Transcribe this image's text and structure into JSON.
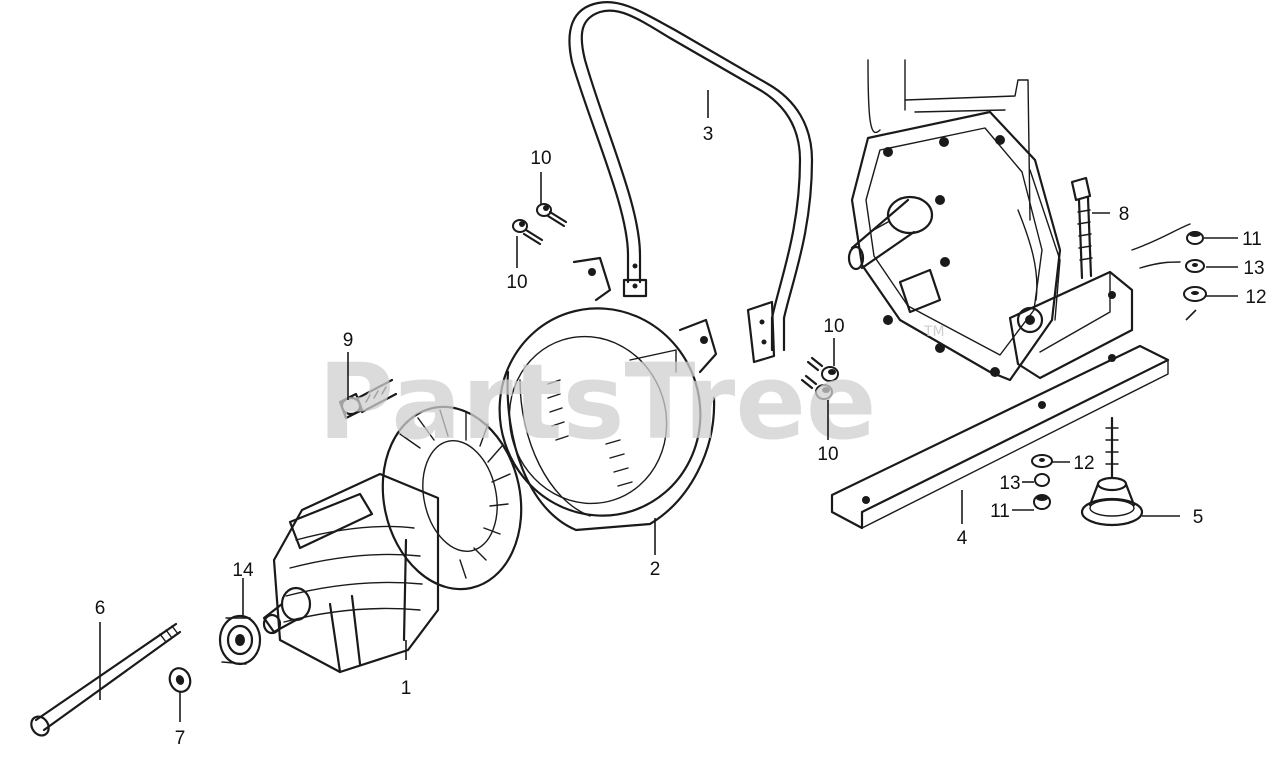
{
  "watermark": {
    "text": "PartsTree",
    "trademark": "TM"
  },
  "callouts": [
    {
      "id": "c1",
      "label": "1"
    },
    {
      "id": "c2",
      "label": "2"
    },
    {
      "id": "c3",
      "label": "3"
    },
    {
      "id": "c4",
      "label": "4"
    },
    {
      "id": "c5",
      "label": "5"
    },
    {
      "id": "c6",
      "label": "6"
    },
    {
      "id": "c7",
      "label": "7"
    },
    {
      "id": "c8",
      "label": "8"
    },
    {
      "id": "c9",
      "label": "9"
    },
    {
      "id": "c10a",
      "label": "10"
    },
    {
      "id": "c10b",
      "label": "10"
    },
    {
      "id": "c10c",
      "label": "10"
    },
    {
      "id": "c10d",
      "label": "10"
    },
    {
      "id": "c11a",
      "label": "11"
    },
    {
      "id": "c11b",
      "label": "11"
    },
    {
      "id": "c12a",
      "label": "12"
    },
    {
      "id": "c12b",
      "label": "12"
    },
    {
      "id": "c13a",
      "label": "13"
    },
    {
      "id": "c13b",
      "label": "13"
    },
    {
      "id": "c14",
      "label": "14"
    }
  ]
}
